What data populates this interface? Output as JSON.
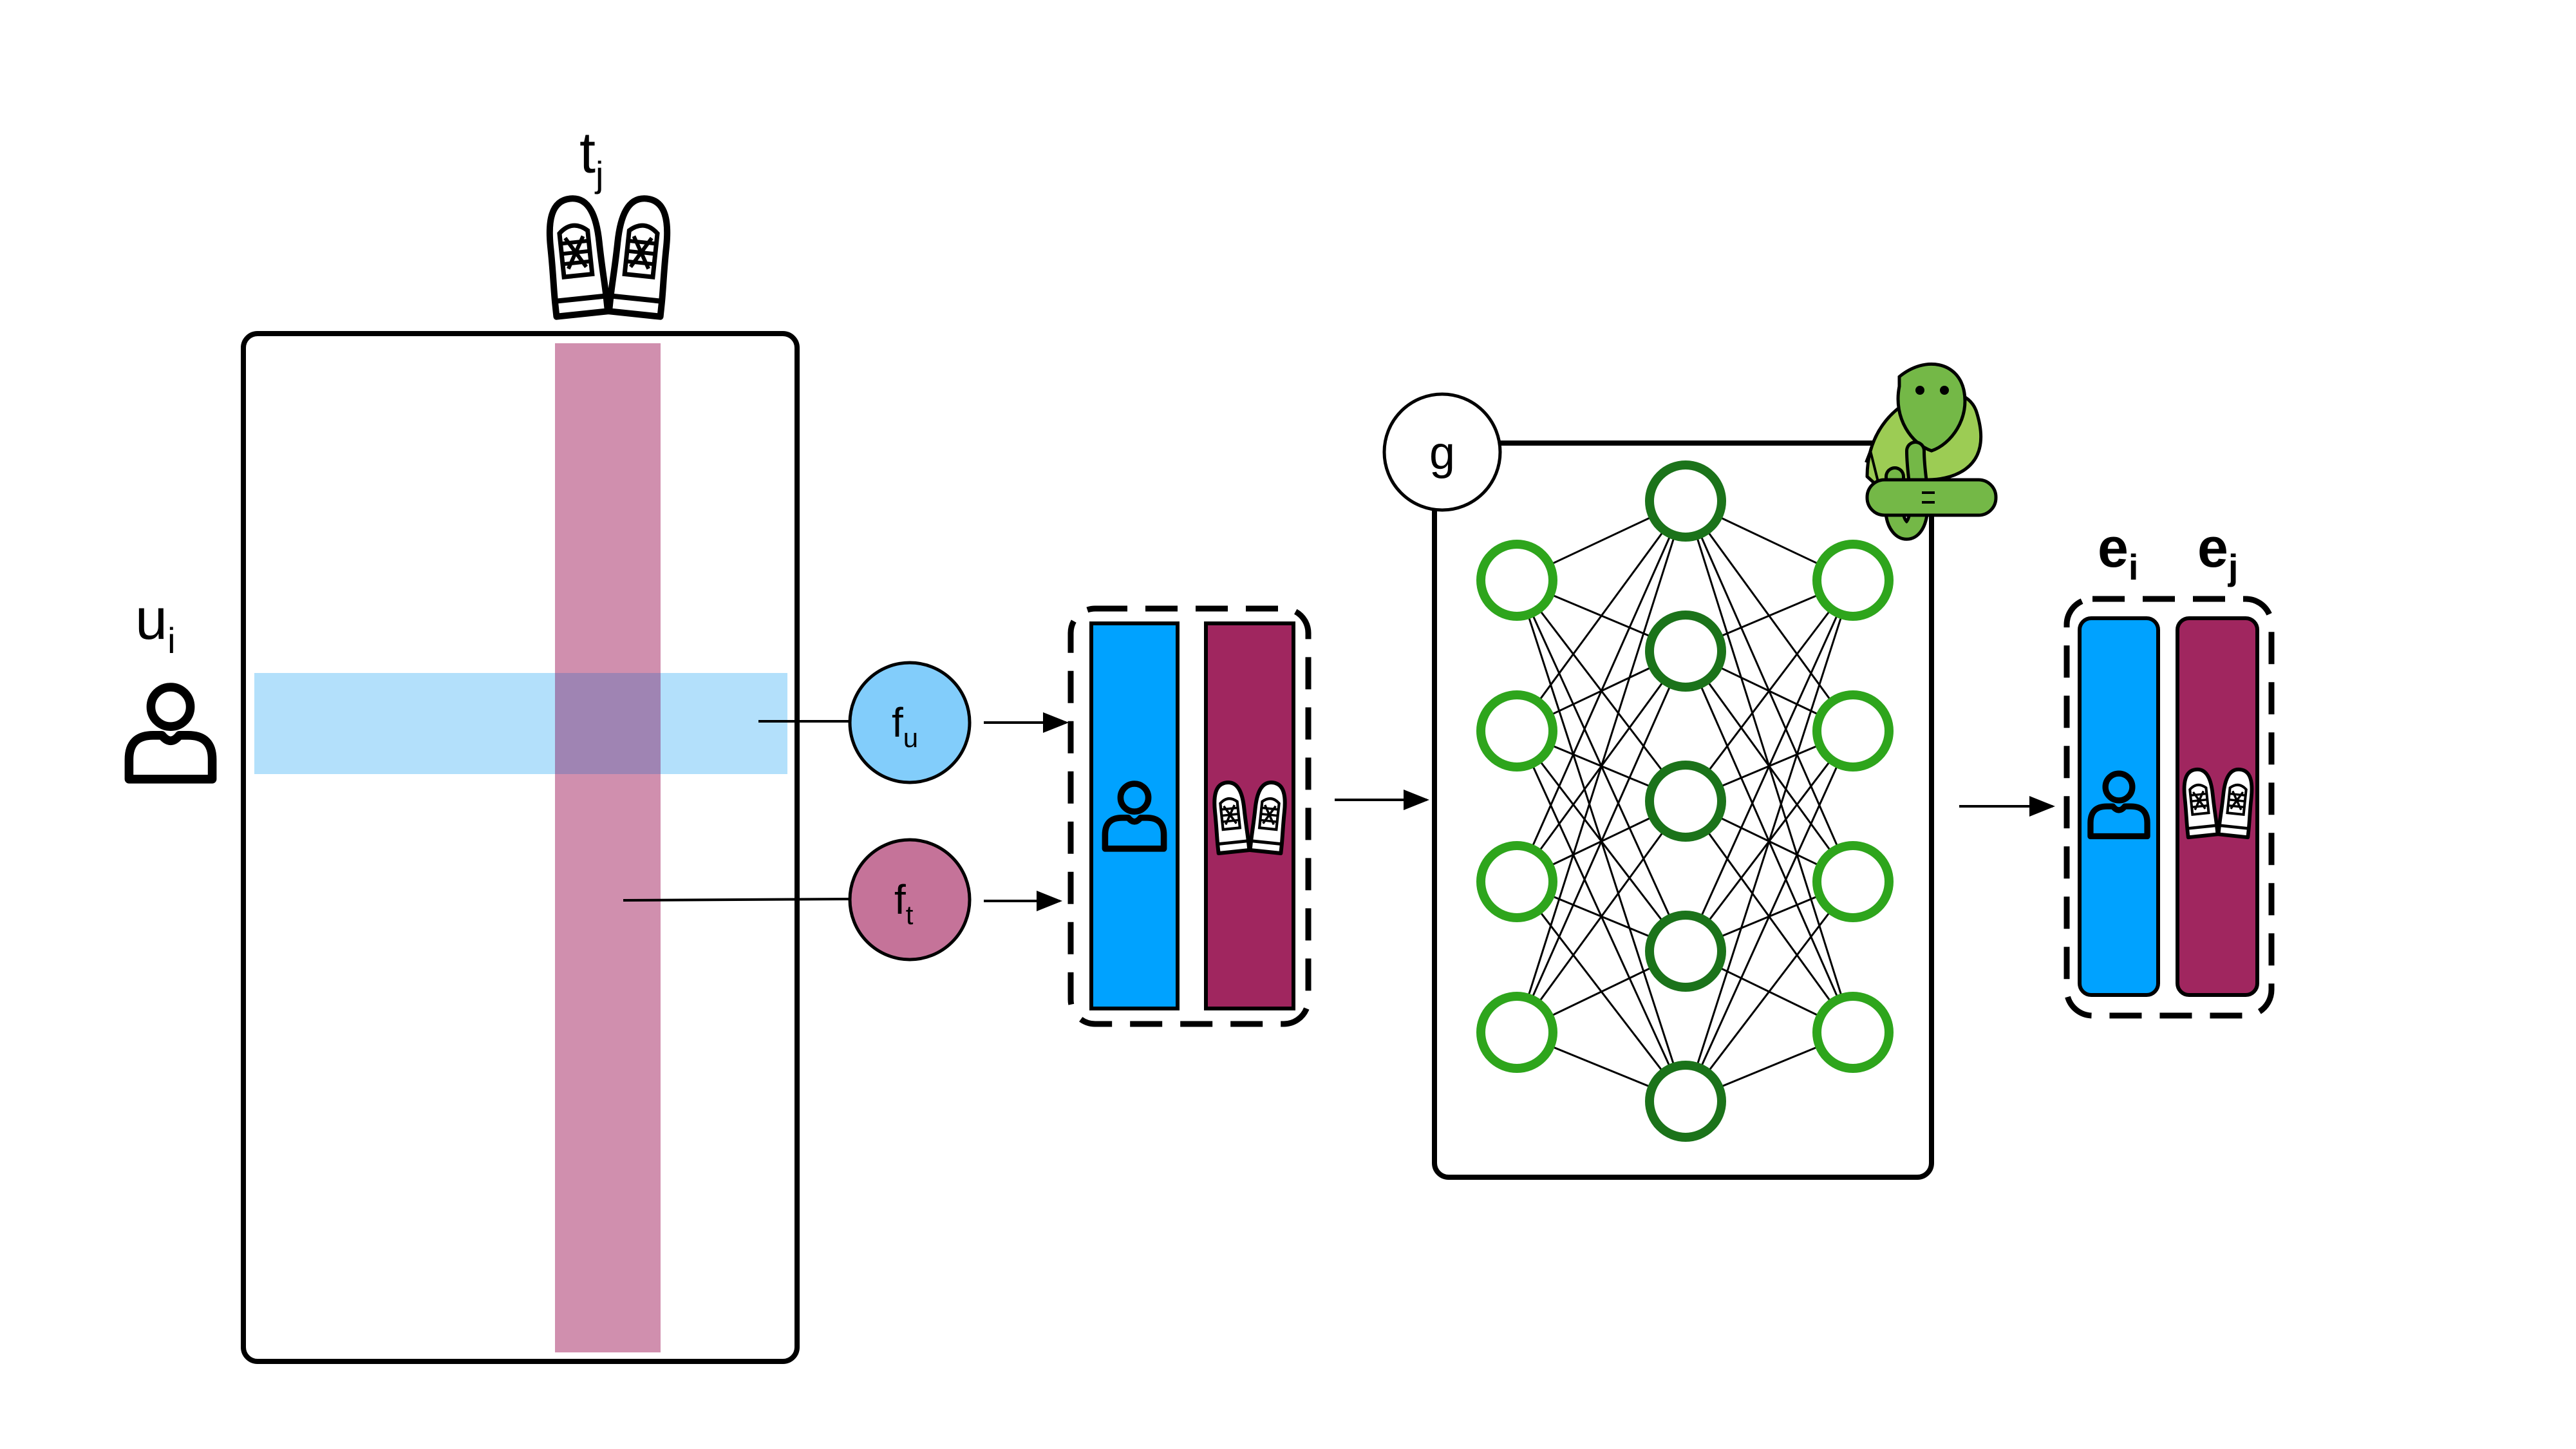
{
  "labels": {
    "item": {
      "base": "t",
      "sub": "j"
    },
    "user": {
      "base": "u",
      "sub": "i"
    },
    "fu": {
      "base": "f",
      "sub": "u"
    },
    "ft": {
      "base": "f",
      "sub": "t"
    },
    "g": "g",
    "ei": {
      "base": "e",
      "sub": "i"
    },
    "ej": {
      "base": "e",
      "sub": "j"
    }
  },
  "icons": [
    "user-icon",
    "sneakers-icon",
    "snake-icon"
  ],
  "colors": {
    "user_row": "#b3e0fb",
    "item_col": "#d08fae",
    "overlap": "#9f84b3",
    "fu_node": "#82cdfb",
    "ft_node": "#c57399",
    "user_embedding": "#00a2ff",
    "item_embedding": "#a0265f",
    "input_neuron": "#2ea51c",
    "hidden_neuron": "#1b731a",
    "snake": "#74b847"
  },
  "network": {
    "input_nodes": 4,
    "hidden_nodes": 5,
    "output_nodes": 4
  }
}
